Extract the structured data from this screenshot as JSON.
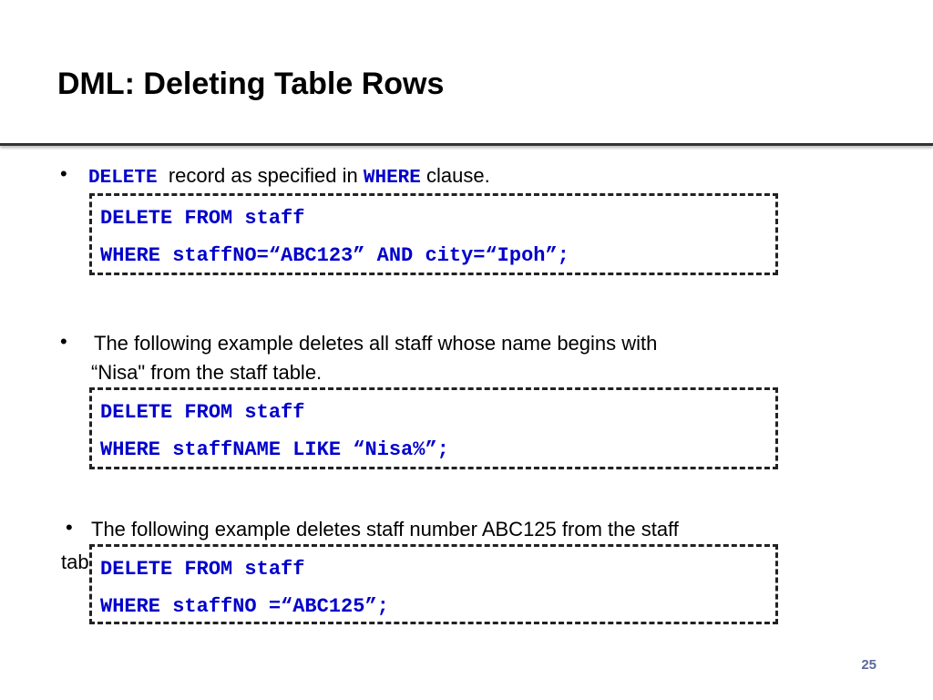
{
  "slide": {
    "title": "DML: Deleting Table Rows",
    "page_number": "25"
  },
  "bullet1": {
    "marker": "•",
    "kw1": "DELETE",
    "text1": "record as specified in",
    "kw2": "WHERE",
    "text2": "clause.",
    "code": [
      "DELETE FROM staff",
      "WHERE staffNO=“ABC123” AND city=“Ipoh”;"
    ]
  },
  "bullet2": {
    "marker": "•",
    "line1": "The following example deletes all staff whose name begins  with",
    "line2": "“Nisa\" from the staff table.",
    "code": [
      "DELETE FROM staff",
      "WHERE staffNAME LIKE “Nisa%”;"
    ]
  },
  "bullet3": {
    "marker": "•",
    "line1": "The following example deletes staff number ABC125 from the staff",
    "line2": "table.",
    "code": [
      "DELETE FROM staff",
      "WHERE staffNO =“ABC125”;"
    ]
  }
}
